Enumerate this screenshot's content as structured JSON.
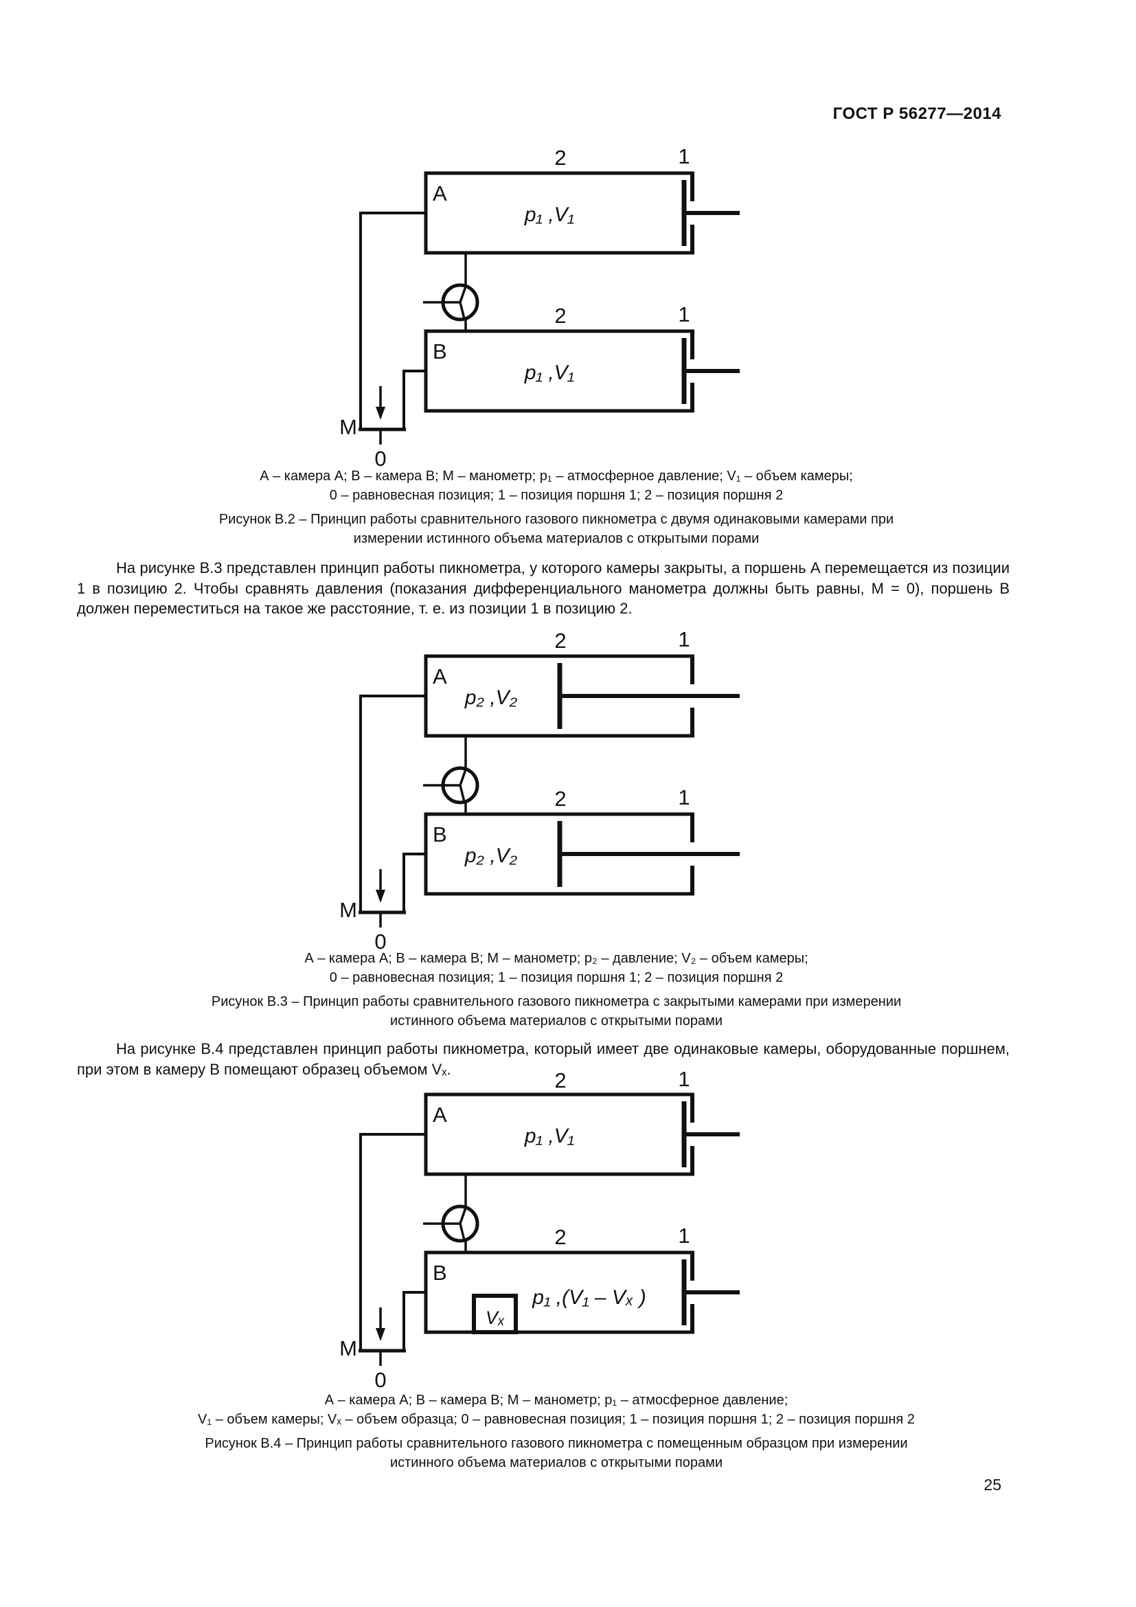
{
  "colors": {
    "ink": "#111111",
    "paper": "#ffffff"
  },
  "header": {
    "standard_number": "ГОСТ Р 56277—2014"
  },
  "page_number": "25",
  "paragraphs": {
    "about_b3": "На рисунке В.3 представлен принцип работы пикнометра, у которого камеры закрыты, а поршень А перемещается из позиции 1 в позицию 2. Чтобы сравнять давления (показания дифференциального манометра должны быть равны, М = 0), поршень В должен переместиться на такое же расстояние, т. е. из позиции 1 в позицию 2.",
    "about_b4": "На рисунке В.4 представлен принцип работы пикнометра, который имеет две одинаковые камеры, оборудованные поршнем, при этом в камеру В помещают образец объемом Vₓ."
  },
  "fig_b2": {
    "labels": {
      "chamber_a": "A",
      "chamber_b": "B",
      "manometer": "M",
      "zero": "0",
      "pos1": "1",
      "pos2": "2"
    },
    "chamber_a_text": "p₁ ,V₁",
    "chamber_b_text": "p₁ ,V₁",
    "legend_line1": "А – камера А; В – камера В; М – манометр; p₁ – атмосферное давление; V₁ – объем камеры;",
    "legend_line2": "0 – равновесная позиция; 1 – позиция поршня 1; 2 – позиция поршня 2",
    "title_line1": "Рисунок В.2 – Принцип работы сравнительного газового пикнометра с двумя одинаковыми камерами при",
    "title_line2": "измерении истинного объема материалов с открытыми порами"
  },
  "fig_b3": {
    "labels": {
      "chamber_a": "A",
      "chamber_b": "B",
      "manometer": "M",
      "zero": "0",
      "pos1": "1",
      "pos2": "2"
    },
    "chamber_a_text": "p₂ ,V₂",
    "chamber_b_text": "p₂ ,V₂",
    "legend_line1": "А – камера А; В – камера В; М – манометр; p₂ – давление; V₂ – объем камеры;",
    "legend_line2": "0 – равновесная позиция; 1 – позиция поршня 1; 2 – позиция поршня 2",
    "title_line1": "Рисунок В.3 – Принцип работы сравнительного газового пикнометра с закрытыми камерами при измерении",
    "title_line2": "истинного объема материалов с открытыми порами"
  },
  "fig_b4": {
    "labels": {
      "chamber_a": "A",
      "chamber_b": "B",
      "manometer": "M",
      "zero": "0",
      "pos1": "1",
      "pos2": "2"
    },
    "chamber_a_text": "p₁ ,V₁",
    "chamber_b_text": "p₁ ,(V₁ – Vₓ )",
    "sample_text": "Vₓ",
    "legend_line1": "А – камера А; В – камера В; М – манометр; p₁ – атмосферное давление;",
    "legend_line2": "V₁ – объем камеры; Vₓ – объем образца; 0 – равновесная позиция; 1 – позиция поршня 1; 2 – позиция поршня 2",
    "title_line1": "Рисунок В.4 – Принцип работы сравнительного газового пикнометра с помещенным образцом при измерении",
    "title_line2": "истинного объема материалов с открытыми порами"
  }
}
